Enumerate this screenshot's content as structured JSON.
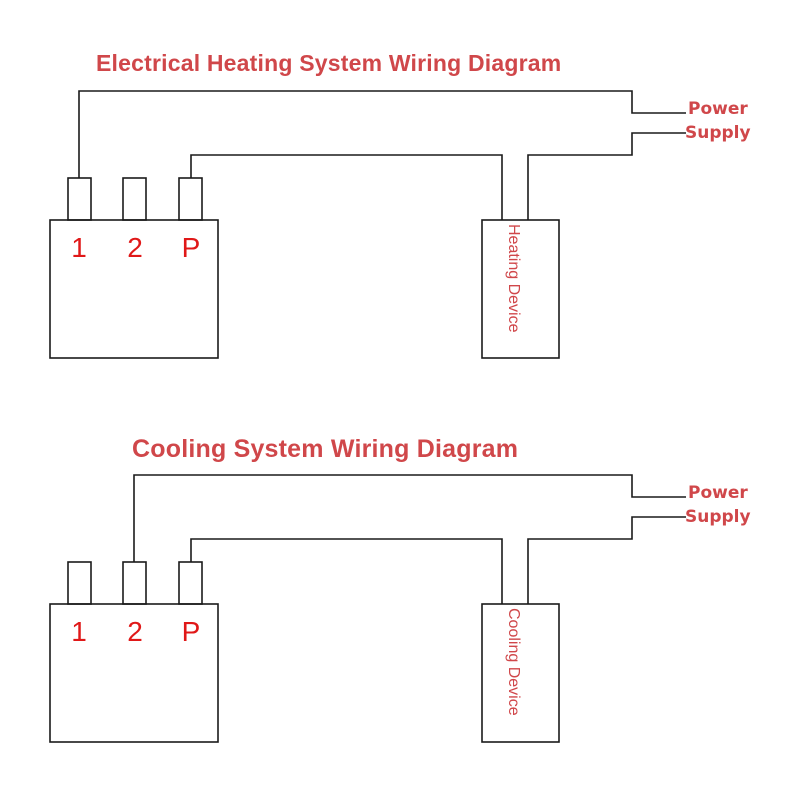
{
  "diagrams": [
    {
      "title": "Electrical Heating System Wiring Diagram",
      "power_label_line1": "Power",
      "power_label_line2": "Supply",
      "terminals": [
        "1",
        "2",
        "P"
      ],
      "device_label": "Heating Device",
      "wired_terminal": "1"
    },
    {
      "title": "Cooling System Wiring Diagram",
      "power_label_line1": "Power",
      "power_label_line2": "Supply",
      "terminals": [
        "1",
        "2",
        "P"
      ],
      "device_label": "Cooling Device",
      "wired_terminal": "2"
    }
  ],
  "colors": {
    "label_red": "#d0474a",
    "terminal_red": "#e01818",
    "line": "#1a1a1a"
  }
}
